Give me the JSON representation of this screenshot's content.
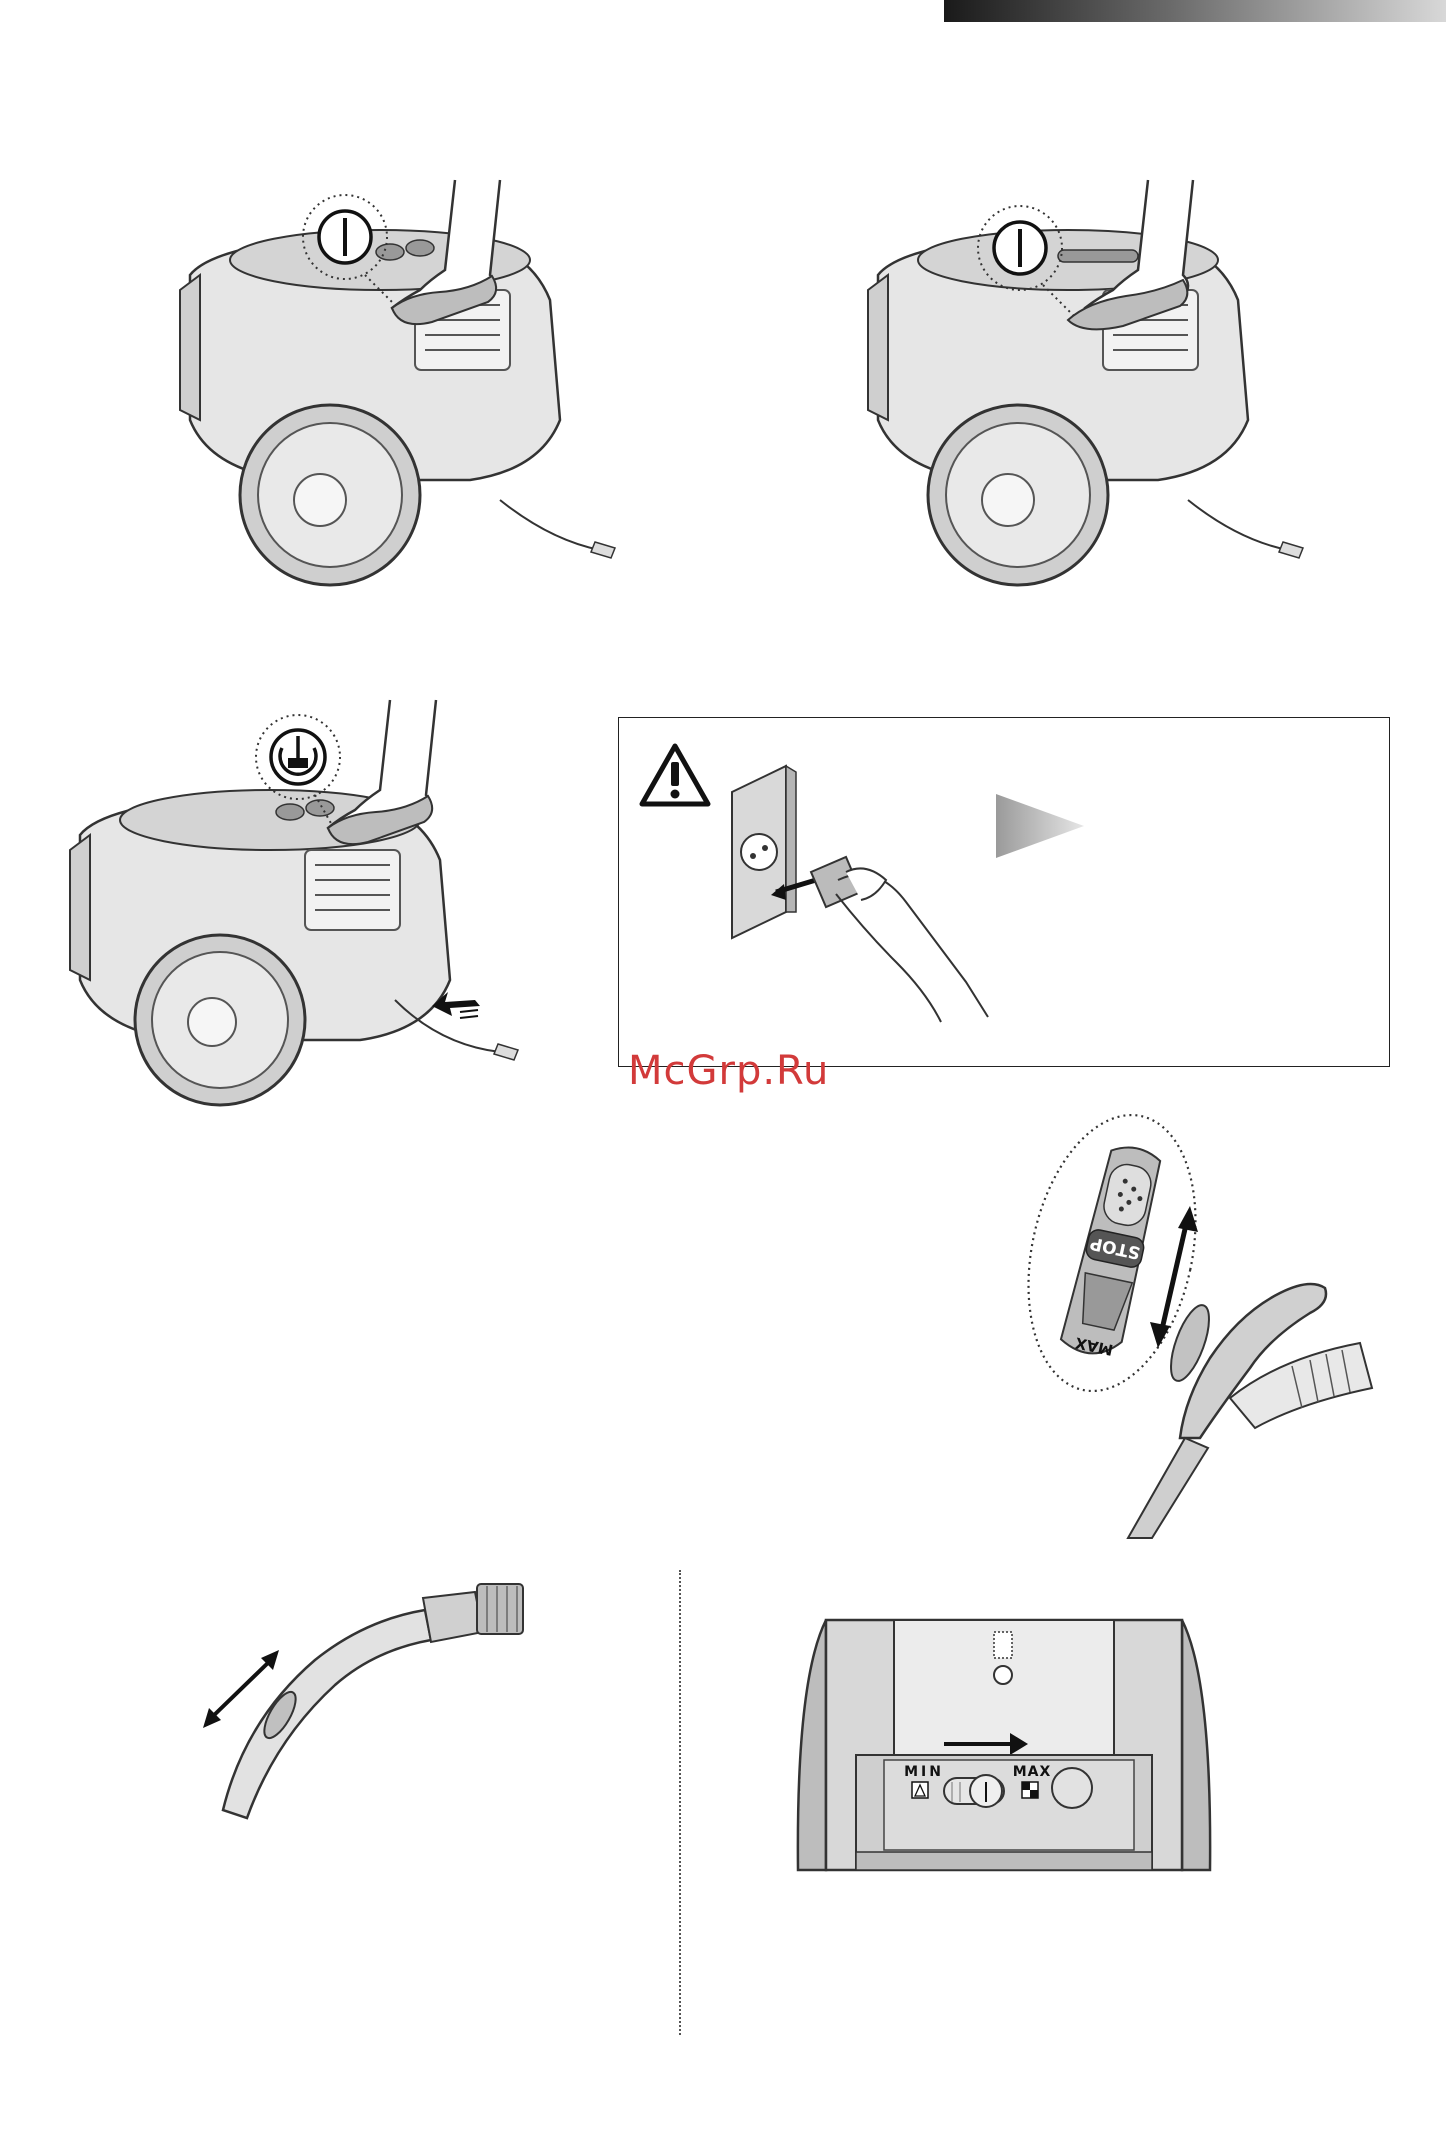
{
  "header": {
    "bar_colors": [
      "#1a1a1a",
      "#d8d8d8"
    ]
  },
  "illustrations": {
    "step1": {
      "icon": "power-icon"
    },
    "step2": {
      "icon": "power-icon"
    },
    "step3": {
      "icon": "cord-rewind-icon"
    },
    "warning": {
      "icon": "warning-triangle-icon",
      "arrow": "play-arrow-icon"
    },
    "handle_control": {
      "stop_label": "STOP",
      "max_label": "MAX"
    },
    "power_dial": {
      "min_label": "MIN",
      "max_label": "MAX"
    }
  },
  "watermark": {
    "text": "McGrp.Ru",
    "color": "#d23a3a"
  }
}
